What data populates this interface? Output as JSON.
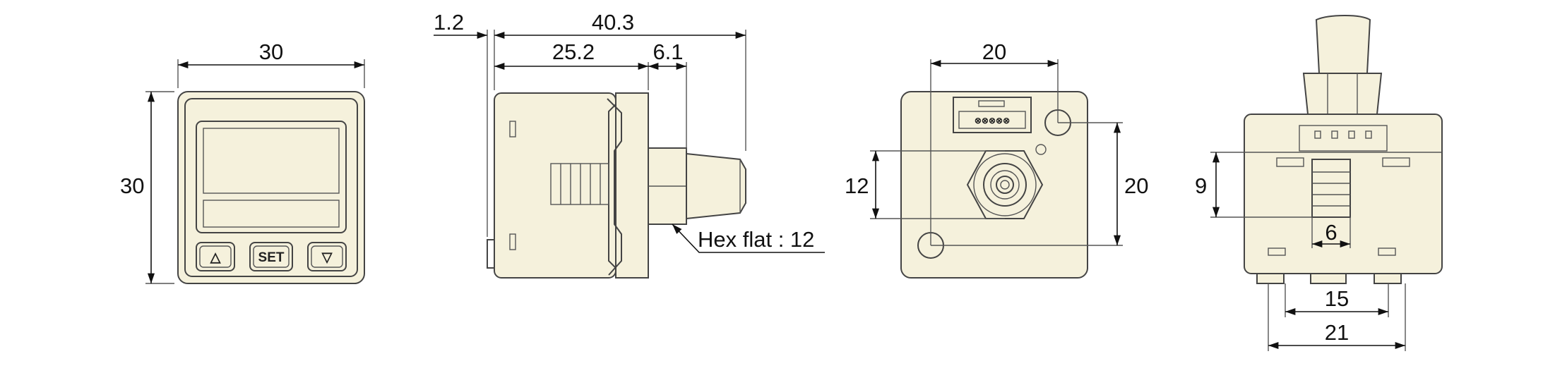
{
  "views": {
    "front": {
      "width_label": "30",
      "height_label": "30",
      "buttons": [
        "△",
        "SET",
        "▽"
      ]
    },
    "side": {
      "offset_label": "1.2",
      "overall_label": "40.3",
      "body_label": "25.2",
      "fitting_label": "6.1",
      "hex_label": "Hex flat : 12"
    },
    "rear": {
      "top_label": "20",
      "left_label": "12",
      "right_label": "20"
    },
    "bottom": {
      "height_label": "9",
      "slot_label": "6",
      "pitch_label": "15",
      "span_label": "21"
    }
  },
  "colors": {
    "body_fill": "#f5f1dc",
    "outline": "#444444",
    "dimension": "#111111"
  },
  "icons": [
    "arrow-up-icon",
    "arrow-down-icon",
    "connector-icon",
    "hex-fitting-icon"
  ]
}
